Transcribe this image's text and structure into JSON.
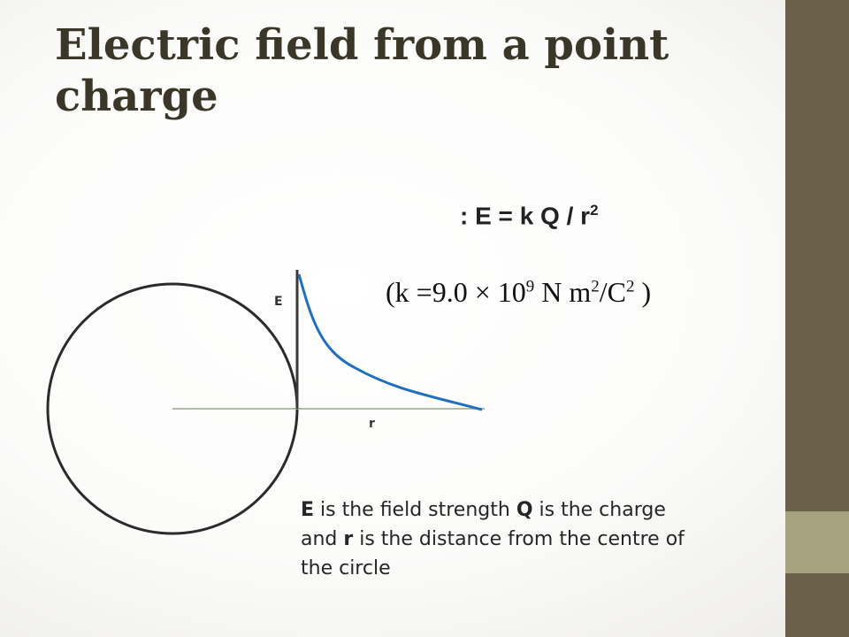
{
  "title": "Electric field from a point charge",
  "formula": {
    "prefix": ": E = k Q / r",
    "exponent": "2"
  },
  "constant": {
    "part1": "(k =9.0 × 10",
    "exp1": "9",
    "part2": " N m",
    "exp2": "2",
    "part3": "/C",
    "exp3": "2",
    "part4": " )"
  },
  "diagram": {
    "e_axis_label": "E",
    "r_axis_label": "r",
    "curve_color": "#1f6fc1",
    "axis_color": "#3a3a3a",
    "r_axis_color": "#9aa88a"
  },
  "description": {
    "sym_e": "E",
    "text1": " is the field strength ",
    "sym_q": "Q",
    "text2": " is the charge and ",
    "sym_r": "r",
    "text3": " is the distance from the centre of the circle"
  },
  "theme": {
    "sidebar_color": "#6b604a",
    "sidebar_accent": "#a6a27f",
    "title_color": "#3a3628"
  }
}
